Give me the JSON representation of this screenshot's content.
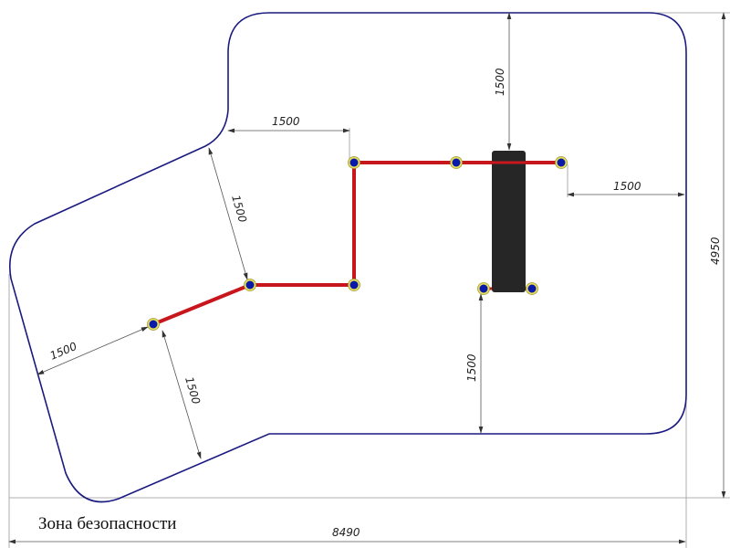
{
  "colors": {
    "outline": "#1a1a80",
    "pipe": "#c8161d",
    "node": "#0a1aa8",
    "node_ring": "#e8e060",
    "post": "#262626"
  },
  "labels": {
    "zone": "Зона безопасности"
  },
  "dimensions": {
    "top_left_horizontal": "1500",
    "top_vertical": "1500",
    "right_horizontal": "1500",
    "overall_height": "4950",
    "overall_width": "8490",
    "bottom_vertical": "1500",
    "upper_diagonal": "1500",
    "left_diagonal": "1500",
    "lower_diagonal": "1500"
  }
}
